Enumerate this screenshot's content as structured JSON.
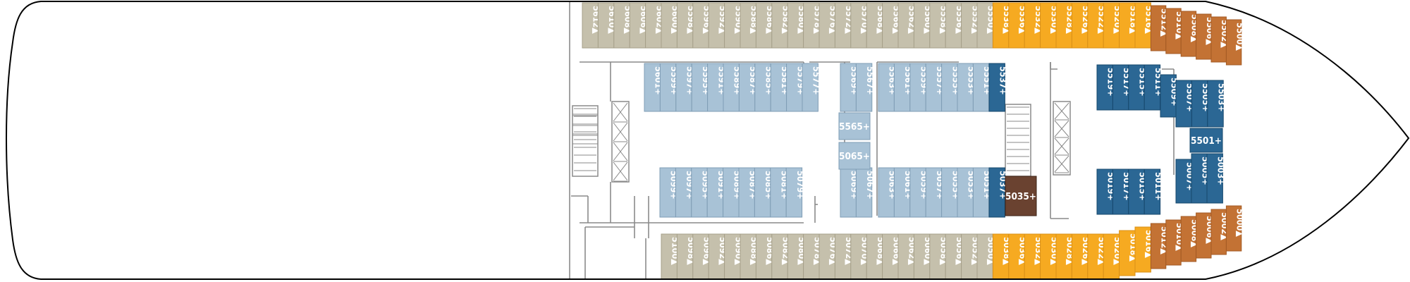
{
  "colors": {
    "balcony": "#c5c0ac",
    "balconyDark": "#a6a08a",
    "club": "#f6aa21",
    "clubDark": "#d99018",
    "aft": "#c37234",
    "aftDark": "#a35a24",
    "inside": "#a8c2d6",
    "insideDark": "#7f9db5",
    "oceanview": "#2b6794",
    "oceanviewDark": "#17486d",
    "suite": "#6a4230",
    "suiteDark": "#3e2418",
    "hull": "#000000",
    "walls": "#8a8a8a"
  },
  "topRow": [
    {
      "n": "5612▲",
      "c": "balcony"
    },
    {
      "n": "5610▲",
      "c": "balcony"
    },
    {
      "n": "5608▲",
      "c": "balcony"
    },
    {
      "n": "5606▲",
      "c": "balcony"
    },
    {
      "n": "5602▲",
      "c": "balcony"
    },
    {
      "n": "5600▲",
      "c": "balcony"
    },
    {
      "n": "5598▲",
      "c": "balcony"
    },
    {
      "n": "5596▲",
      "c": "balcony"
    },
    {
      "n": "5592▲",
      "c": "balcony"
    },
    {
      "n": "5590▲",
      "c": "balcony"
    },
    {
      "n": "5588▲",
      "c": "balcony"
    },
    {
      "n": "5586▲",
      "c": "balcony"
    },
    {
      "n": "5582▲",
      "c": "balcony"
    },
    {
      "n": "5580▲",
      "c": "balcony"
    },
    {
      "n": "5578▲",
      "c": "balcony"
    },
    {
      "n": "5576▲",
      "c": "balcony"
    },
    {
      "n": "5572▲",
      "c": "balcony"
    },
    {
      "n": "5570▲",
      "c": "balcony"
    },
    {
      "n": "5568▲",
      "c": "balcony"
    },
    {
      "n": "5566▲",
      "c": "balcony"
    },
    {
      "n": "5562▲",
      "c": "balcony"
    },
    {
      "n": "5560▲",
      "c": "balcony"
    },
    {
      "n": "5558▲",
      "c": "balcony"
    },
    {
      "n": "5556▲",
      "c": "balcony"
    },
    {
      "n": "5552▲",
      "c": "balcony"
    },
    {
      "n": "5550▲",
      "c": "balcony"
    },
    {
      "n": "5538▲",
      "c": "club"
    },
    {
      "n": "5536▲",
      "c": "club"
    },
    {
      "n": "5532▲",
      "c": "club"
    },
    {
      "n": "5530▲",
      "c": "club"
    },
    {
      "n": "5528▲",
      "c": "club"
    },
    {
      "n": "5526▲",
      "c": "club"
    },
    {
      "n": "5522▲",
      "c": "club"
    },
    {
      "n": "5520▲",
      "c": "club"
    },
    {
      "n": "5518▲",
      "c": "club"
    },
    {
      "n": "5516▲",
      "c": "club"
    },
    {
      "n": "5512▲",
      "c": "aft"
    },
    {
      "n": "5510▲",
      "c": "aft"
    },
    {
      "n": "5508▲",
      "c": "aft"
    },
    {
      "n": "5506▲",
      "c": "aft"
    },
    {
      "n": "5502▲",
      "c": "aft"
    },
    {
      "n": "5500▲",
      "c": "aft"
    }
  ],
  "bottomRow": [
    {
      "n": "5100▲",
      "c": "balcony"
    },
    {
      "n": "5098▲",
      "c": "balcony"
    },
    {
      "n": "5096▲",
      "c": "balcony"
    },
    {
      "n": "5092▲",
      "c": "balcony"
    },
    {
      "n": "5090▲",
      "c": "balcony"
    },
    {
      "n": "5088▲",
      "c": "balcony"
    },
    {
      "n": "5086▲",
      "c": "balcony"
    },
    {
      "n": "5082▲",
      "c": "balcony"
    },
    {
      "n": "5080▲",
      "c": "balcony"
    },
    {
      "n": "5078▲",
      "c": "balcony"
    },
    {
      "n": "5076▲",
      "c": "balcony"
    },
    {
      "n": "5072▲",
      "c": "balcony"
    },
    {
      "n": "5070▲",
      "c": "balcony"
    },
    {
      "n": "5068▲",
      "c": "balcony"
    },
    {
      "n": "5066▲",
      "c": "balcony"
    },
    {
      "n": "5062▲",
      "c": "balcony"
    },
    {
      "n": "5060▲",
      "c": "balcony"
    },
    {
      "n": "5058▲",
      "c": "balcony"
    },
    {
      "n": "5056▲",
      "c": "balcony"
    },
    {
      "n": "5052▲",
      "c": "balcony"
    },
    {
      "n": "5050▲",
      "c": "balcony"
    },
    {
      "n": "5038▲",
      "c": "club"
    },
    {
      "n": "5036▲",
      "c": "club"
    },
    {
      "n": "5032▲",
      "c": "club"
    },
    {
      "n": "5030▲",
      "c": "club"
    },
    {
      "n": "5028▲",
      "c": "club"
    },
    {
      "n": "5026▲",
      "c": "club"
    },
    {
      "n": "5022▲",
      "c": "club"
    },
    {
      "n": "5020▲",
      "c": "club"
    },
    {
      "n": "5018▲",
      "c": "club"
    },
    {
      "n": "5016▲",
      "c": "club"
    },
    {
      "n": "5012▲",
      "c": "aft"
    },
    {
      "n": "5010▲",
      "c": "aft"
    },
    {
      "n": "5008▲",
      "c": "aft"
    },
    {
      "n": "5006▲",
      "c": "aft"
    },
    {
      "n": "5002▲",
      "c": "aft"
    },
    {
      "n": "5000▲",
      "c": "aft"
    }
  ],
  "innerTopA": [
    "5601+",
    "5599+",
    "5597+",
    "5595+",
    "5591+",
    "5589+",
    "5587+",
    "5585+",
    "5581+",
    "5579+",
    "5577+"
  ],
  "innerTopB": [
    "5569+",
    "5567+"
  ],
  "innerTopC": [
    "5563+",
    "5561+",
    "5559+",
    "5557+",
    "5555+",
    "5553+",
    "5551+"
  ],
  "innerBottomA": [
    "5099+",
    "5097+",
    "5095+",
    "5091+",
    "5089+",
    "5087+",
    "5085+",
    "5081+",
    "5079+"
  ],
  "innerBottomB": [
    "5069+",
    "5067+"
  ],
  "innerBottomC": [
    "5063+",
    "5061+",
    "5059+",
    "5057+",
    "5055+",
    "5053+",
    "5051+"
  ],
  "midCabins": [
    "5565+",
    "5065+"
  ],
  "ovTop": [
    "5537+"
  ],
  "ovBottom": [
    "5037+"
  ],
  "suite": "5035+",
  "forwardTop": [
    "5519+",
    "5517+",
    "5515+",
    "5511+"
  ],
  "forwardTopMid": [
    "5509+"
  ],
  "forwardTopRight": [
    "5507+",
    "5505+",
    "5503+"
  ],
  "forwardCenter": "5501+",
  "forwardBottomRight": [
    "5007+",
    "5005+",
    "5003+"
  ],
  "forwardBottom": [
    "5019+",
    "5017+",
    "5015+",
    "5011+"
  ]
}
